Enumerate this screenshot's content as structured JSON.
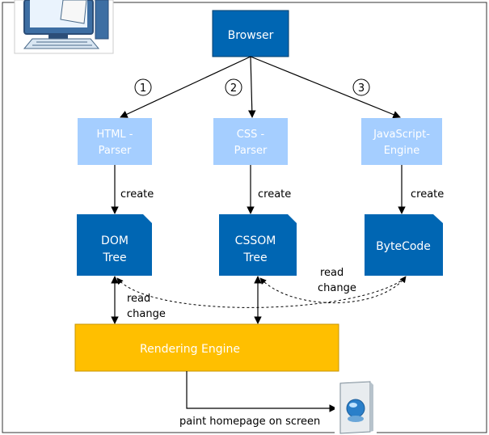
{
  "diagram": {
    "browser": "Browser",
    "steps": [
      "1",
      "2",
      "3"
    ],
    "parsers": {
      "html": [
        "HTML -",
        "Parser"
      ],
      "css": [
        "CSS -",
        "Parser"
      ],
      "js": [
        "JavaScript-",
        "Engine"
      ]
    },
    "create_label": "create",
    "outputs": {
      "dom": [
        "DOM",
        "Tree"
      ],
      "cssom": [
        "CSSOM",
        "Tree"
      ],
      "bytecode": "ByteCode"
    },
    "read_change": [
      "read",
      "change"
    ],
    "rendering_engine": "Rendering Engine",
    "paint_label": "paint homepage on screen"
  },
  "colors": {
    "dark_blue": "#0066b3",
    "light_blue": "#a5ceff",
    "yellow": "#ffbf00",
    "black": "#000000"
  },
  "icons": [
    "computer-icon",
    "screen-document-icon"
  ]
}
